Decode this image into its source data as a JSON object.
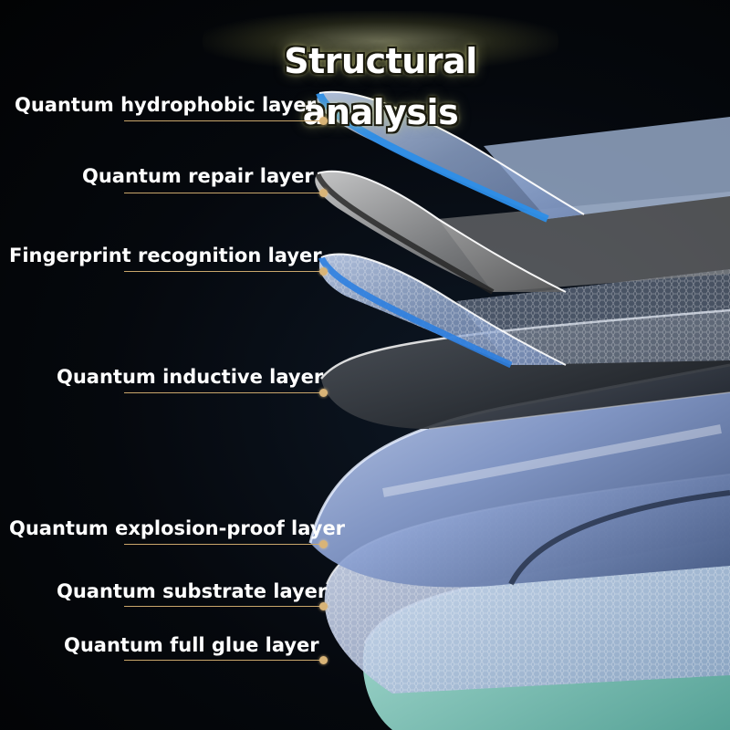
{
  "title": "Structural analysis",
  "layers": [
    {
      "label": "Quantum hydrophobic layer"
    },
    {
      "label": "Quantum repair layer"
    },
    {
      "label": "Fingerprint recognition layer"
    },
    {
      "label": "Quantum inductive layer"
    },
    {
      "label": "Quantum explosion-proof layer"
    },
    {
      "label": "Quantum substrate layer"
    },
    {
      "label": "Quantum full glue layer"
    }
  ],
  "colors": {
    "background": "#030508",
    "leader_line": "#c9a66b",
    "accent_blue": "#3a8ee0",
    "glass_blue": "#9fb8e8",
    "glue_teal": "#8fd8cc"
  }
}
